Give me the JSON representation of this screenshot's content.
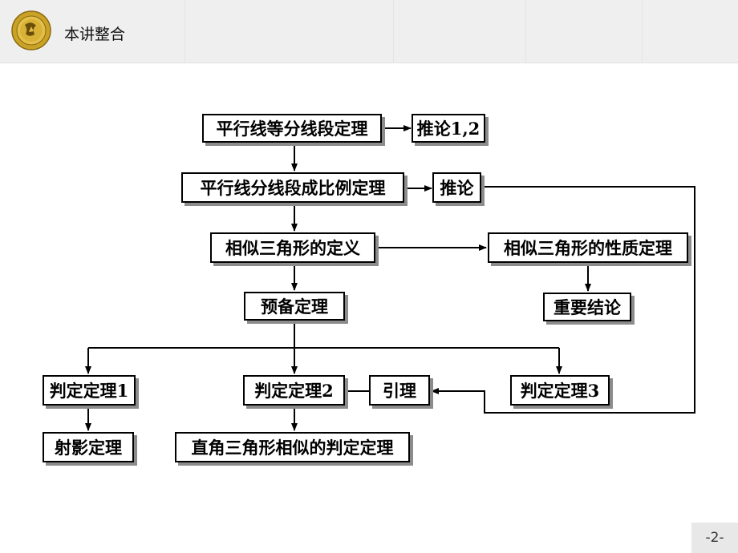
{
  "header": {
    "title": "本讲整合",
    "logo_icon": "school-seal-logo"
  },
  "nodes": {
    "n1": "平行线等分线段定理",
    "n2": "推论1,2",
    "n3": "平行线分线段成比例定理",
    "n4": "推论",
    "n5": "相似三角形的定义",
    "n6": "相似三角形的性质定理",
    "n7": "预备定理",
    "n8": "重要结论",
    "n9": "判定定理1",
    "n10": "判定定理2",
    "n11": "引理",
    "n12": "判定定理3",
    "n13": "射影定理",
    "n14": "直角三角形相似的判定定理"
  },
  "page_number": "-2-"
}
